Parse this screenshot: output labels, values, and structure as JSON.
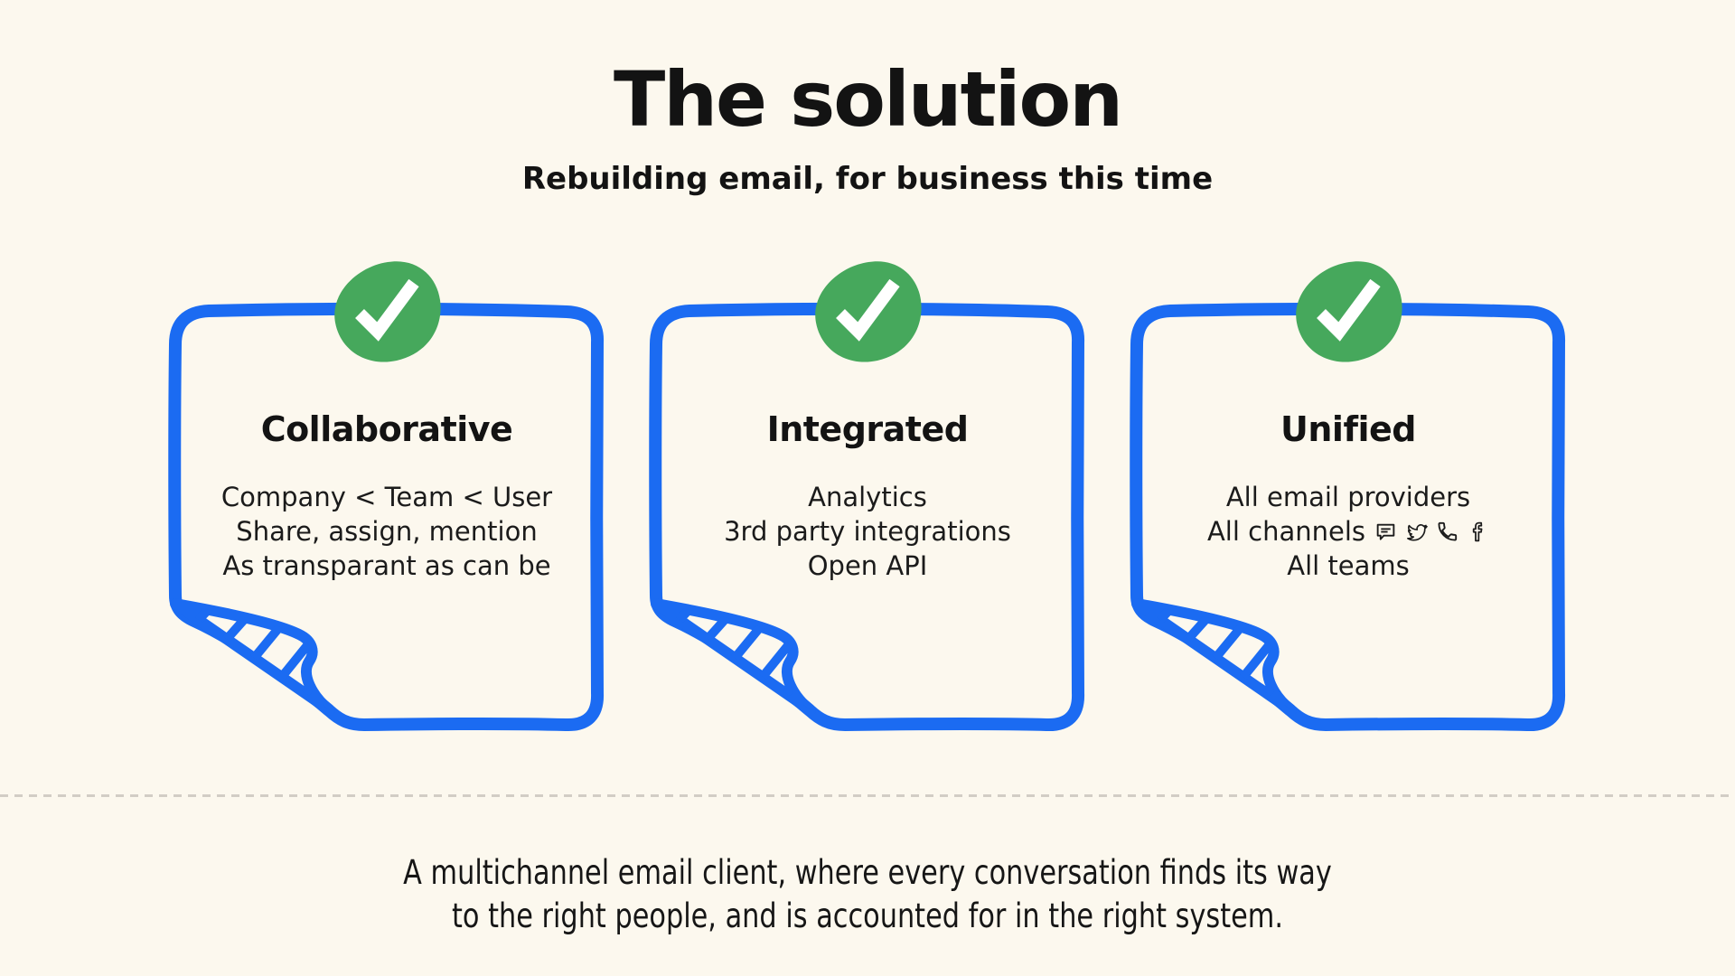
{
  "colors": {
    "background": "#FCF8EE",
    "card_border_blue": "#1B6BF2",
    "badge_green": "#46A85C",
    "check_white": "#FFFFFF",
    "text": "#1B1B1B",
    "divider_gray": "#D2CDC5"
  },
  "header": {
    "title": "The solution",
    "subtitle": "Rebuilding email, for business this time"
  },
  "cards": [
    {
      "title": "Collaborative",
      "lines": [
        "Company < Team < User",
        "Share, assign, mention",
        "As transparant as can be"
      ]
    },
    {
      "title": "Integrated",
      "lines": [
        "Analytics",
        "3rd party integrations",
        "Open API"
      ]
    },
    {
      "title": "Unified",
      "lines": [
        "All email providers",
        "All channels",
        "All teams"
      ],
      "channel_icons": [
        "chat-bubble-icon",
        "twitter-icon",
        "phone-icon",
        "facebook-icon"
      ]
    }
  ],
  "footer": {
    "line1": "A multichannel email client, where every conversation finds its way",
    "line2": "to the right people, and is accounted for in the right system."
  }
}
